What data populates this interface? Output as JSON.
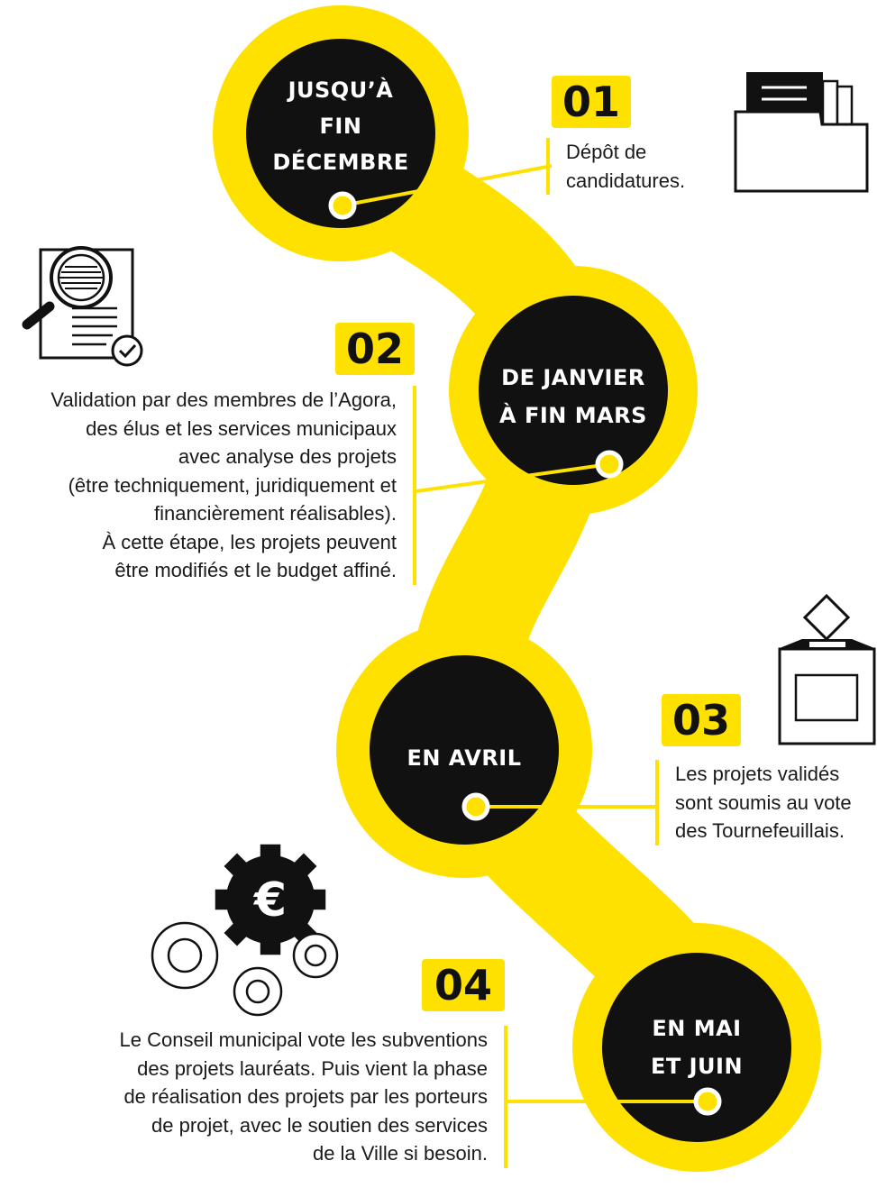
{
  "colors": {
    "accent": "#ffe100",
    "circle": "#111111",
    "text": "#1a1a1a",
    "white": "#ffffff"
  },
  "steps": [
    {
      "number": "01",
      "period_lines": [
        "JUSQU’À",
        "FIN",
        "DÉCEMBRE"
      ],
      "description_lines": [
        "Dépôt de",
        "candidatures."
      ],
      "icon": "folder-icon"
    },
    {
      "number": "02",
      "period_lines": [
        "DE JANVIER",
        "À FIN MARS"
      ],
      "description_lines": [
        "Validation par des membres de l’Agora,",
        "des élus et les services municipaux",
        "avec analyse des projets",
        "(être techniquement, juridiquement et",
        "financièrement réalisables).",
        "À cette étape, les projets peuvent",
        "être modifiés et le budget affiné."
      ],
      "icon": "document-magnifier-icon"
    },
    {
      "number": "03",
      "period_lines": [
        "EN AVRIL"
      ],
      "description_lines": [
        "Les projets validés",
        "sont soumis au vote",
        "des Tournefeuillais."
      ],
      "icon": "ballot-box-icon"
    },
    {
      "number": "04",
      "period_lines": [
        "EN MAI",
        "ET JUIN"
      ],
      "description_lines": [
        "Le Conseil municipal vote les subventions",
        "des projets lauréats. Puis vient la phase",
        "de réalisation des projets par les porteurs",
        "de projet, avec le soutien des services",
        "de la Ville si besoin."
      ],
      "icon": "gears-euro-icon"
    }
  ],
  "icons": {
    "euro_symbol": "€"
  }
}
